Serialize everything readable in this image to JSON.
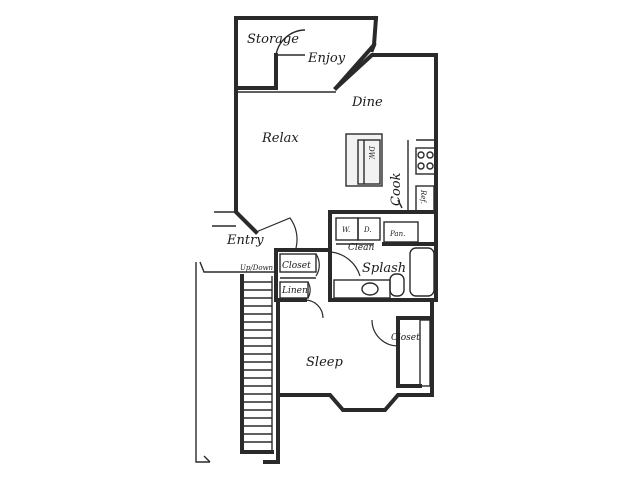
{
  "rooms": {
    "storage": "Storage",
    "enjoy": "Enjoy",
    "dine": "Dine",
    "relax": "Relax",
    "cook": "Cook",
    "entry": "Entry",
    "closet_entry": "Closet",
    "linen": "Linen",
    "splash": "Splash",
    "clean": "Clean",
    "sleep": "Sleep",
    "closet_sleep": "Closet"
  },
  "appliances": {
    "dw": "DW.",
    "ref": "Ref.",
    "washer": "W.",
    "dryer": "D.",
    "pantry": "Pan."
  },
  "stairs": {
    "label": "Up/Down"
  },
  "colors": {
    "wall": "#2a2a2a",
    "background": "#ffffff"
  }
}
